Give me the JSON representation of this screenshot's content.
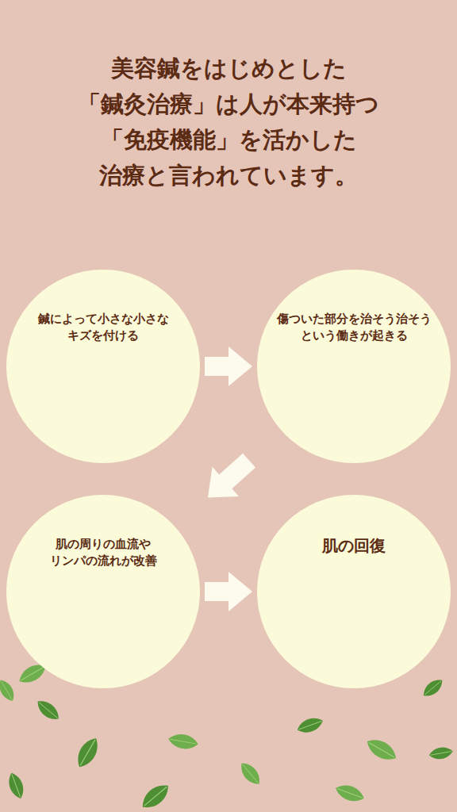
{
  "diagram": {
    "title": "美容鍼をはじめとした 「鍼灸治療」は人が本来持つ 「免疫機能」を活かした 治療と言われています。",
    "nodes": [
      {
        "text": [
          "鍼によって小さな小さな キズを付ける"
        ]
      },
      {
        "text": [
          "傷ついた部分を治そう治そう という働きが起きる"
        ]
      },
      {
        "text": [
          "肌の周りの血流や リンパの流れが改善"
        ]
      },
      {
        "text": [
          "肌の回復"
        ]
      }
    ],
    "edges": [
      {
        "from": 0,
        "to": 1,
        "arrow": "to"
      },
      {
        "from": 1,
        "to": 2,
        "arrow": "to"
      },
      {
        "from": 2,
        "to": 3,
        "arrow": "to"
      }
    ]
  }
}
